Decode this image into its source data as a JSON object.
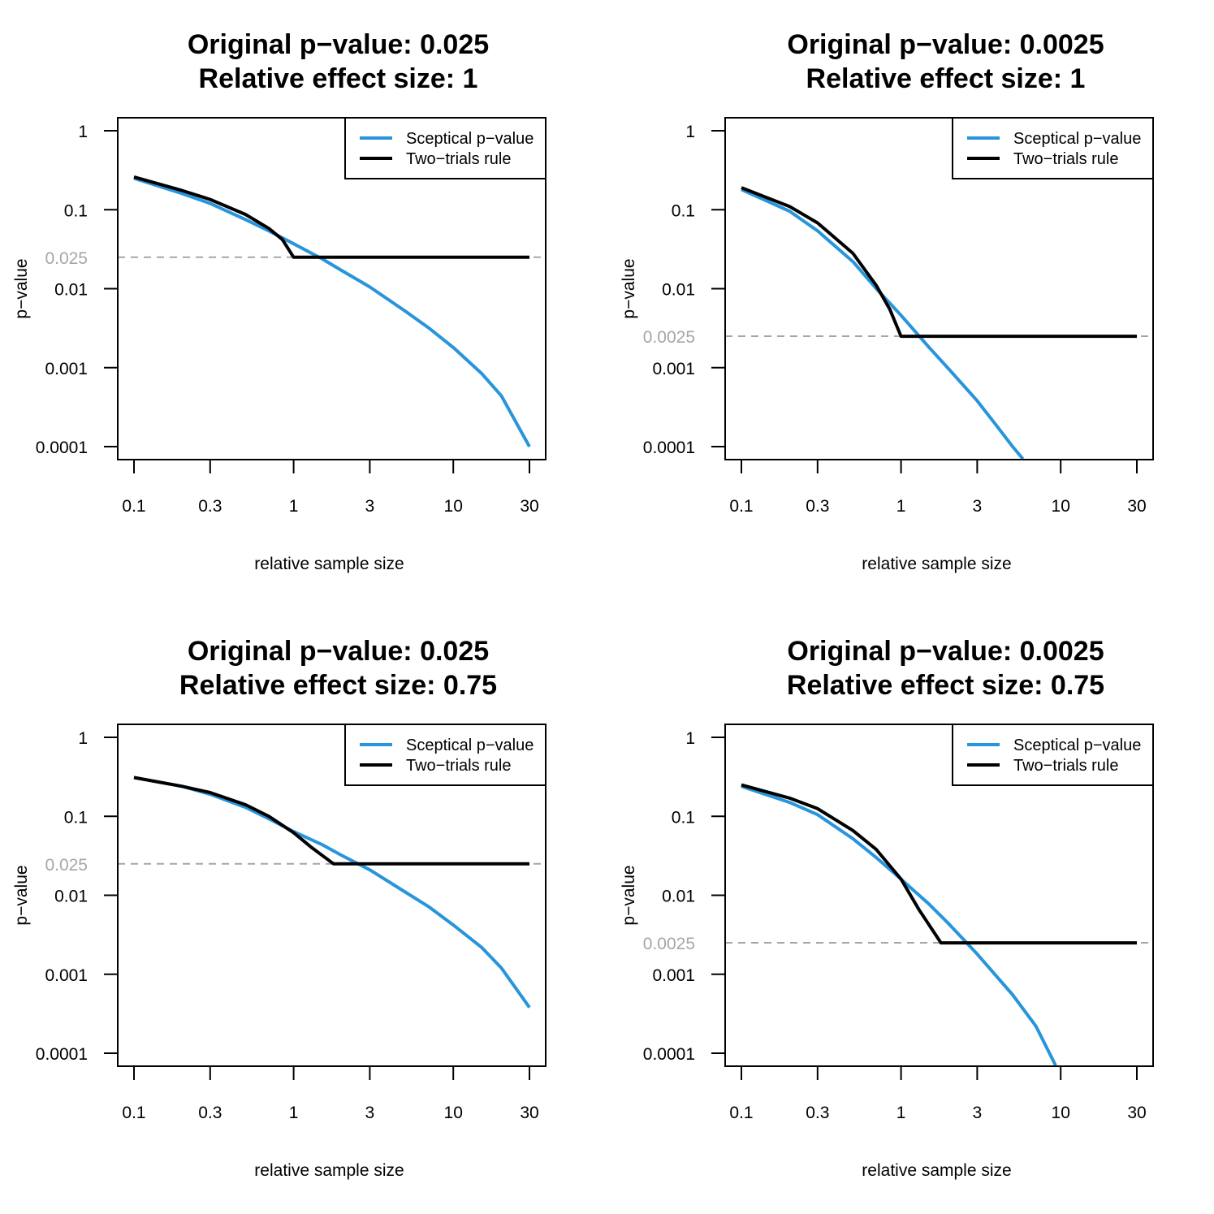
{
  "chart_data": [
    {
      "type": "line",
      "title": [
        "Original p−value: 0.025",
        "Relative effect size: 1"
      ],
      "xlabel": "relative sample size",
      "ylabel": "p−value",
      "xscale": "log",
      "yscale": "log",
      "xlim": [
        0.1,
        30
      ],
      "ylim": [
        0.0001,
        1
      ],
      "xticks": [
        "0.1",
        "0.3",
        "1",
        "3",
        "10",
        "30"
      ],
      "yticks": [
        "1",
        "0.1",
        "0.01",
        "0.001",
        "0.0001"
      ],
      "reference_line": {
        "y": 0.025,
        "label": "0.025",
        "color": "#a6a6a6",
        "style": "dashed"
      },
      "legend": {
        "position": "top-right"
      },
      "series": [
        {
          "name": "Sceptical p−value",
          "color": "#2895db",
          "x": [
            0.1,
            0.2,
            0.3,
            0.5,
            0.7,
            1,
            1.5,
            2,
            3,
            5,
            7,
            10,
            15,
            20,
            30
          ],
          "y": [
            0.25,
            0.16,
            0.12,
            0.075,
            0.054,
            0.037,
            0.024,
            0.017,
            0.0105,
            0.0052,
            0.0032,
            0.0018,
            0.00085,
            0.00044,
            0.0001
          ]
        },
        {
          "name": "Two−trials rule",
          "color": "#000000",
          "x": [
            0.1,
            0.2,
            0.3,
            0.5,
            0.7,
            0.85,
            1,
            1.5,
            3,
            10,
            30
          ],
          "y": [
            0.26,
            0.175,
            0.135,
            0.087,
            0.058,
            0.042,
            0.025,
            0.025,
            0.025,
            0.025,
            0.025
          ]
        }
      ]
    },
    {
      "type": "line",
      "title": [
        "Original p−value: 0.0025",
        "Relative effect size: 1"
      ],
      "xlabel": "relative sample size",
      "ylabel": "p−value",
      "xscale": "log",
      "yscale": "log",
      "xlim": [
        0.1,
        30
      ],
      "ylim": [
        0.0001,
        1
      ],
      "xticks": [
        "0.1",
        "0.3",
        "1",
        "3",
        "10",
        "30"
      ],
      "yticks": [
        "1",
        "0.1",
        "0.01",
        "0.001",
        "0.0001"
      ],
      "reference_line": {
        "y": 0.0025,
        "label": "0.0025",
        "color": "#a6a6a6",
        "style": "dashed"
      },
      "legend": {
        "position": "top-right"
      },
      "series": [
        {
          "name": "Sceptical p−value",
          "color": "#2895db",
          "x": [
            0.1,
            0.2,
            0.3,
            0.5,
            0.7,
            1,
            1.5,
            2,
            3,
            4,
            5,
            5.8
          ],
          "y": [
            0.18,
            0.096,
            0.054,
            0.022,
            0.01,
            0.0046,
            0.0018,
            0.00095,
            0.00038,
            0.00018,
            0.0001,
            7e-05
          ]
        },
        {
          "name": "Two−trials rule",
          "color": "#000000",
          "x": [
            0.1,
            0.2,
            0.3,
            0.5,
            0.7,
            0.85,
            1,
            1.5,
            3,
            10,
            30
          ],
          "y": [
            0.19,
            0.11,
            0.068,
            0.028,
            0.011,
            0.0055,
            0.0025,
            0.0025,
            0.0025,
            0.0025,
            0.0025
          ]
        }
      ]
    },
    {
      "type": "line",
      "title": [
        "Original p−value: 0.025",
        "Relative effect size: 0.75"
      ],
      "xlabel": "relative sample size",
      "ylabel": "p−value",
      "xscale": "log",
      "yscale": "log",
      "xlim": [
        0.1,
        30
      ],
      "ylim": [
        0.0001,
        1
      ],
      "xticks": [
        "0.1",
        "0.3",
        "1",
        "3",
        "10",
        "30"
      ],
      "yticks": [
        "1",
        "0.1",
        "0.01",
        "0.001",
        "0.0001"
      ],
      "reference_line": {
        "y": 0.025,
        "label": "0.025",
        "color": "#a6a6a6",
        "style": "dashed"
      },
      "legend": {
        "position": "top-right"
      },
      "series": [
        {
          "name": "Sceptical p−value",
          "color": "#2895db",
          "x": [
            0.1,
            0.2,
            0.3,
            0.5,
            0.7,
            1,
            1.5,
            2,
            3,
            5,
            7,
            10,
            15,
            20,
            30
          ],
          "y": [
            0.31,
            0.24,
            0.19,
            0.13,
            0.093,
            0.064,
            0.044,
            0.032,
            0.021,
            0.011,
            0.0072,
            0.0042,
            0.0022,
            0.0012,
            0.00038
          ]
        },
        {
          "name": "Two−trials rule",
          "color": "#000000",
          "x": [
            0.1,
            0.2,
            0.3,
            0.5,
            0.7,
            1,
            1.3,
            1.78,
            3,
            10,
            30
          ],
          "y": [
            0.31,
            0.24,
            0.2,
            0.14,
            0.1,
            0.062,
            0.04,
            0.025,
            0.025,
            0.025,
            0.025
          ]
        }
      ]
    },
    {
      "type": "line",
      "title": [
        "Original p−value: 0.0025",
        "Relative effect size: 0.75"
      ],
      "xlabel": "relative sample size",
      "ylabel": "p−value",
      "xscale": "log",
      "yscale": "log",
      "xlim": [
        0.1,
        30
      ],
      "ylim": [
        0.0001,
        1
      ],
      "xticks": [
        "0.1",
        "0.3",
        "1",
        "3",
        "10",
        "30"
      ],
      "yticks": [
        "1",
        "0.1",
        "0.01",
        "0.001",
        "0.0001"
      ],
      "reference_line": {
        "y": 0.0025,
        "label": "0.0025",
        "color": "#a6a6a6",
        "style": "dashed"
      },
      "legend": {
        "position": "top-right"
      },
      "series": [
        {
          "name": "Sceptical p−value",
          "color": "#2895db",
          "x": [
            0.1,
            0.2,
            0.3,
            0.5,
            0.7,
            1,
            1.5,
            2,
            3,
            5,
            7,
            9.3
          ],
          "y": [
            0.24,
            0.15,
            0.105,
            0.052,
            0.03,
            0.016,
            0.0077,
            0.0043,
            0.0018,
            0.00055,
            0.00022,
            7e-05
          ]
        },
        {
          "name": "Two−trials rule",
          "color": "#000000",
          "x": [
            0.1,
            0.2,
            0.3,
            0.5,
            0.7,
            1,
            1.3,
            1.78,
            3,
            10,
            30
          ],
          "y": [
            0.25,
            0.17,
            0.125,
            0.066,
            0.038,
            0.016,
            0.0065,
            0.0025,
            0.0025,
            0.0025,
            0.0025
          ]
        }
      ]
    }
  ]
}
